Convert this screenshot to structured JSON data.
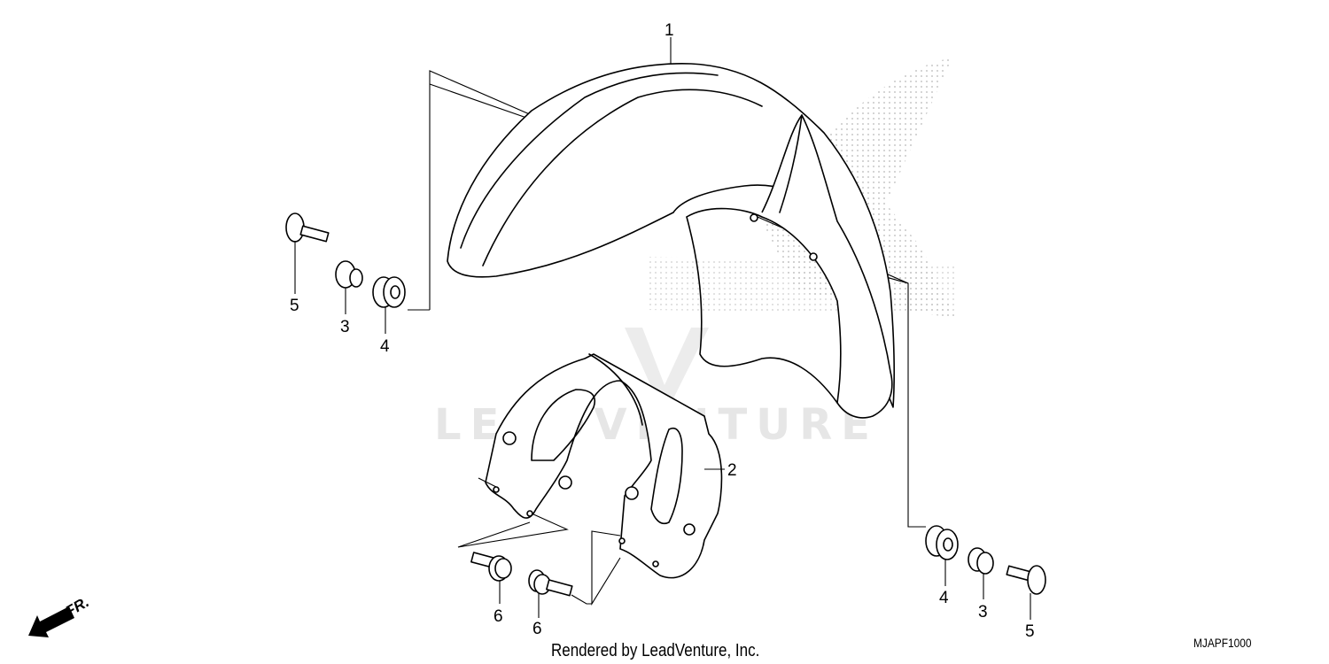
{
  "diagram": {
    "callouts": [
      {
        "id": "c1",
        "label": "1"
      },
      {
        "id": "c2",
        "label": "2"
      },
      {
        "id": "c3a",
        "label": "3"
      },
      {
        "id": "c3b",
        "label": "3"
      },
      {
        "id": "c4a",
        "label": "4"
      },
      {
        "id": "c4b",
        "label": "4"
      },
      {
        "id": "c5a",
        "label": "5"
      },
      {
        "id": "c5b",
        "label": "5"
      },
      {
        "id": "c6a",
        "label": "6"
      },
      {
        "id": "c6b",
        "label": "6"
      }
    ],
    "direction_label": "FR.",
    "diagram_code": "MJAPF1000",
    "footer": "Rendered by LeadVenture, Inc.",
    "watermark": "LEADVENTURE",
    "watermark_color": "#e6e6e6",
    "dot_logo_color": "#cccccc"
  }
}
